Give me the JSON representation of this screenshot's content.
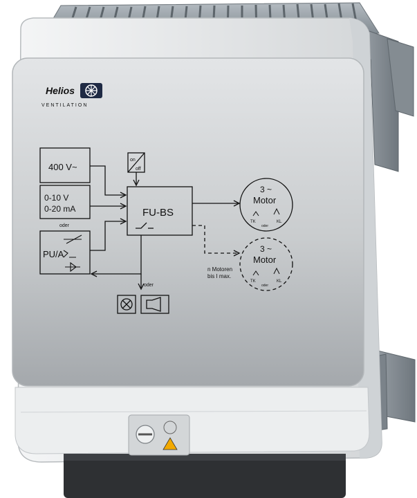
{
  "brand": {
    "name": "Helios",
    "tagline": "VENTILATION"
  },
  "diagram": {
    "supply": "400 V~",
    "signal_v": "0-10 V",
    "signal_ma": "0-20 mA",
    "or_1": "oder",
    "sensor": "PU/A",
    "switch_on": "on",
    "switch_off": "off",
    "controller": "FU-BS",
    "motor_1_top": "3 ~",
    "motor_1_label": "Motor",
    "motor_1_tk": "TK",
    "motor_1_kl": "KL",
    "motor_1_or": "oder",
    "motor_2_top": "3 ~",
    "motor_2_label": "Motor",
    "motor_2_tk": "TK",
    "motor_2_kl": "KL",
    "motor_2_or": "oder",
    "n_motors_1": "n Motoren",
    "n_motors_2": "bis I max.",
    "or_2": "oder"
  },
  "colors": {
    "housing": "#eef0f1",
    "panel_top": "#dfe2e4",
    "panel_bottom": "#a9adb1",
    "bracket": "#8f969c",
    "heatsink": "#8a939a",
    "foot": "#2e3033",
    "warning": "#f2a900"
  }
}
